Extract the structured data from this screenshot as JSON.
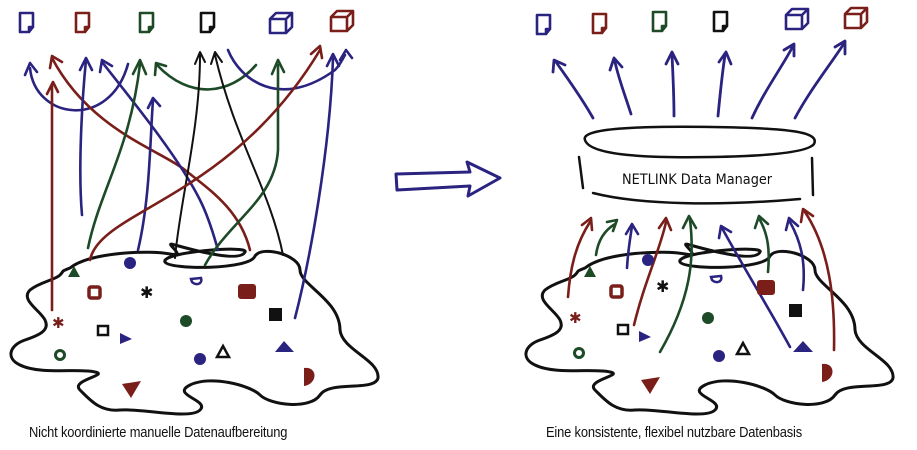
{
  "colors": {
    "blue": "#2a2380",
    "red": "#7a1e1a",
    "green": "#1d4a27",
    "black": "#111111"
  },
  "left_panel": {
    "caption": "Nicht koordinierte manuelle Datenaufbereitung",
    "targets": [
      {
        "icon": "document-icon",
        "color": "blue"
      },
      {
        "icon": "document-icon",
        "color": "red"
      },
      {
        "icon": "document-icon",
        "color": "green"
      },
      {
        "icon": "document-icon",
        "color": "black"
      },
      {
        "icon": "cube-icon",
        "color": "blue"
      },
      {
        "icon": "cube-icon",
        "color": "red"
      }
    ]
  },
  "transition_arrow": {
    "icon": "right-arrow-icon"
  },
  "right_panel": {
    "caption": "Eine konsistente, flexibel nutzbare Datenbasis",
    "data_manager_label": "NETLINK Data Manager",
    "targets": [
      {
        "icon": "document-icon",
        "color": "blue"
      },
      {
        "icon": "document-icon",
        "color": "red"
      },
      {
        "icon": "document-icon",
        "color": "green"
      },
      {
        "icon": "document-icon",
        "color": "black"
      },
      {
        "icon": "cube-icon",
        "color": "blue"
      },
      {
        "icon": "cube-icon",
        "color": "red"
      }
    ]
  }
}
